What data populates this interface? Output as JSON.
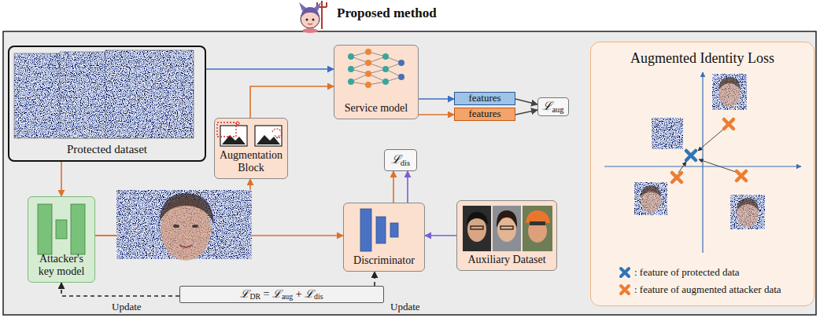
{
  "diagram": {
    "title": "Proposed method",
    "nodes": [
      {
        "text": [
          "Protected dataset"
        ]
      },
      {
        "text": [
          "Service model"
        ]
      },
      {
        "text": [
          "features"
        ]
      },
      {
        "text": [
          "features"
        ]
      },
      {
        "text": [
          "ℒaug"
        ]
      },
      {
        "text": [
          "Augmentation Block"
        ]
      },
      {
        "text": [
          "ℒdis"
        ]
      },
      {
        "text": [
          "Attacker's key model"
        ]
      },
      {
        "text": [
          "Discriminator"
        ]
      },
      {
        "text": [
          "Auxiliary Dataset"
        ]
      },
      {
        "text": [
          "ℒDR = ℒaug + ℒdis"
        ]
      },
      {
        "text": [
          "Augmented Identity Loss"
        ]
      }
    ],
    "edges": [
      {
        "from": 0,
        "to": 1,
        "arrow": "to"
      },
      {
        "from": 1,
        "to": 2,
        "arrow": "to"
      },
      {
        "from": 1,
        "to": 3,
        "arrow": "to"
      },
      {
        "from": 2,
        "to": 4,
        "arrow": "to"
      },
      {
        "from": 3,
        "to": 4,
        "arrow": "to"
      },
      {
        "from": 0,
        "to": 7,
        "arrow": "to"
      },
      {
        "from": 7,
        "to": 5,
        "arrow": "to"
      },
      {
        "from": 7,
        "to": 8,
        "arrow": "to"
      },
      {
        "from": 5,
        "to": 1,
        "arrow": "to"
      },
      {
        "from": 8,
        "to": 6,
        "arrow": "to"
      },
      {
        "from": 8,
        "to": 6,
        "arrow": "to"
      },
      {
        "from": 9,
        "to": 8,
        "arrow": "to"
      },
      {
        "from": 10,
        "to": 7,
        "label": "Update",
        "arrow": "to"
      },
      {
        "from": 10,
        "to": 8,
        "label": "Update",
        "arrow": "to"
      }
    ],
    "legend": [
      {
        "text": ": feature of protected data",
        "color": "#2e75b6"
      },
      {
        "text": ": feature of augmented attacker data",
        "color": "#ed7d31"
      }
    ]
  }
}
